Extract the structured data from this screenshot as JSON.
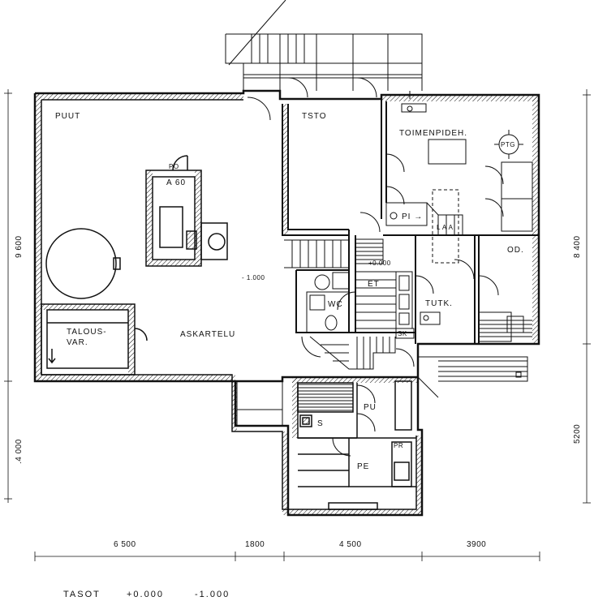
{
  "colors": {
    "ink": "#111111",
    "paper": "#ffffff"
  },
  "rooms": {
    "puut": "PUUT",
    "tsto": "TSTO",
    "toimenpideh": "TOIMENPIDEH.",
    "po": "PO",
    "a60": "A 60",
    "pi": "PI →",
    "od": "OD.",
    "et": "ET",
    "wc": "WC",
    "tutk": "TUTK.",
    "askartelu": "ASKARTELU",
    "talousvar_1": "TALOUS-",
    "talousvar_2": "VAR.",
    "pu": "PU",
    "s": "S",
    "pe": "PE",
    "ptg": "PTG",
    "sk": "SK",
    "pr": "PR",
    "laa": "L A A"
  },
  "levels": {
    "level_0": "+0.000",
    "level_minus": "- 1.000"
  },
  "dimensions": {
    "left_upper": "9 600",
    "left_lower": ".4 000",
    "right_upper": "8 400",
    "right_lower": "5200",
    "bottom_1": "6 500",
    "bottom_2": "1800",
    "bottom_3": "4 500",
    "bottom_4": "3900"
  },
  "legend": {
    "label": "TASOT",
    "value_1": "+0.000",
    "value_2": "-1.000"
  }
}
